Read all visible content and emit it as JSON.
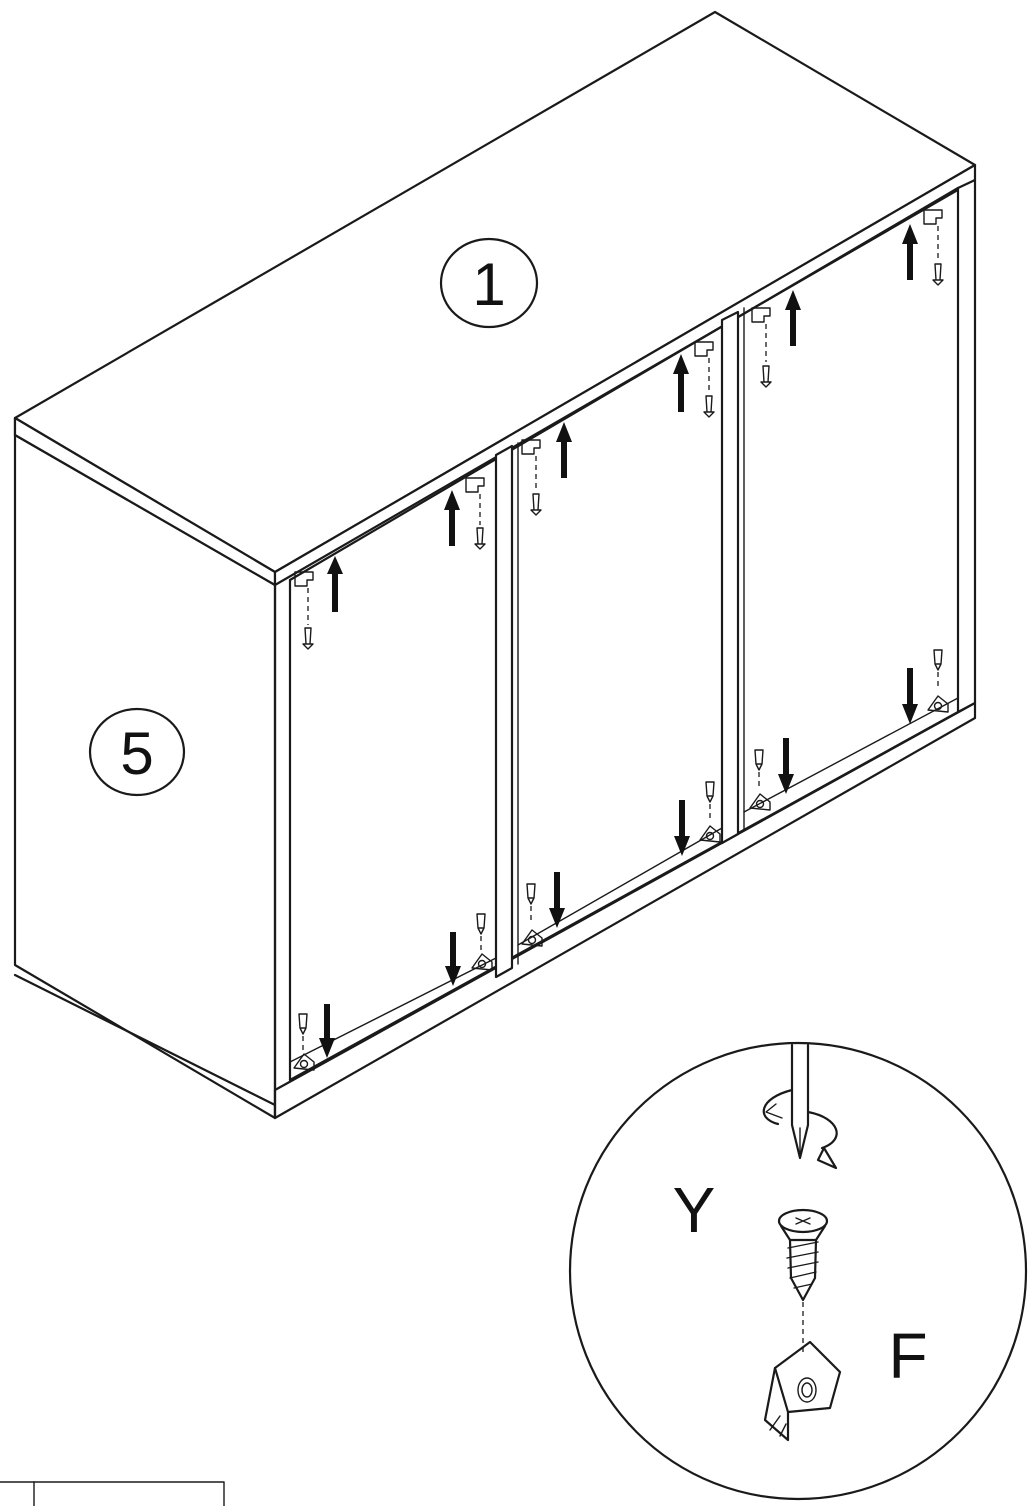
{
  "parts": {
    "top_panel": "1",
    "side_panel": "5"
  },
  "detail": {
    "screw": "Y",
    "bracket": "F"
  }
}
